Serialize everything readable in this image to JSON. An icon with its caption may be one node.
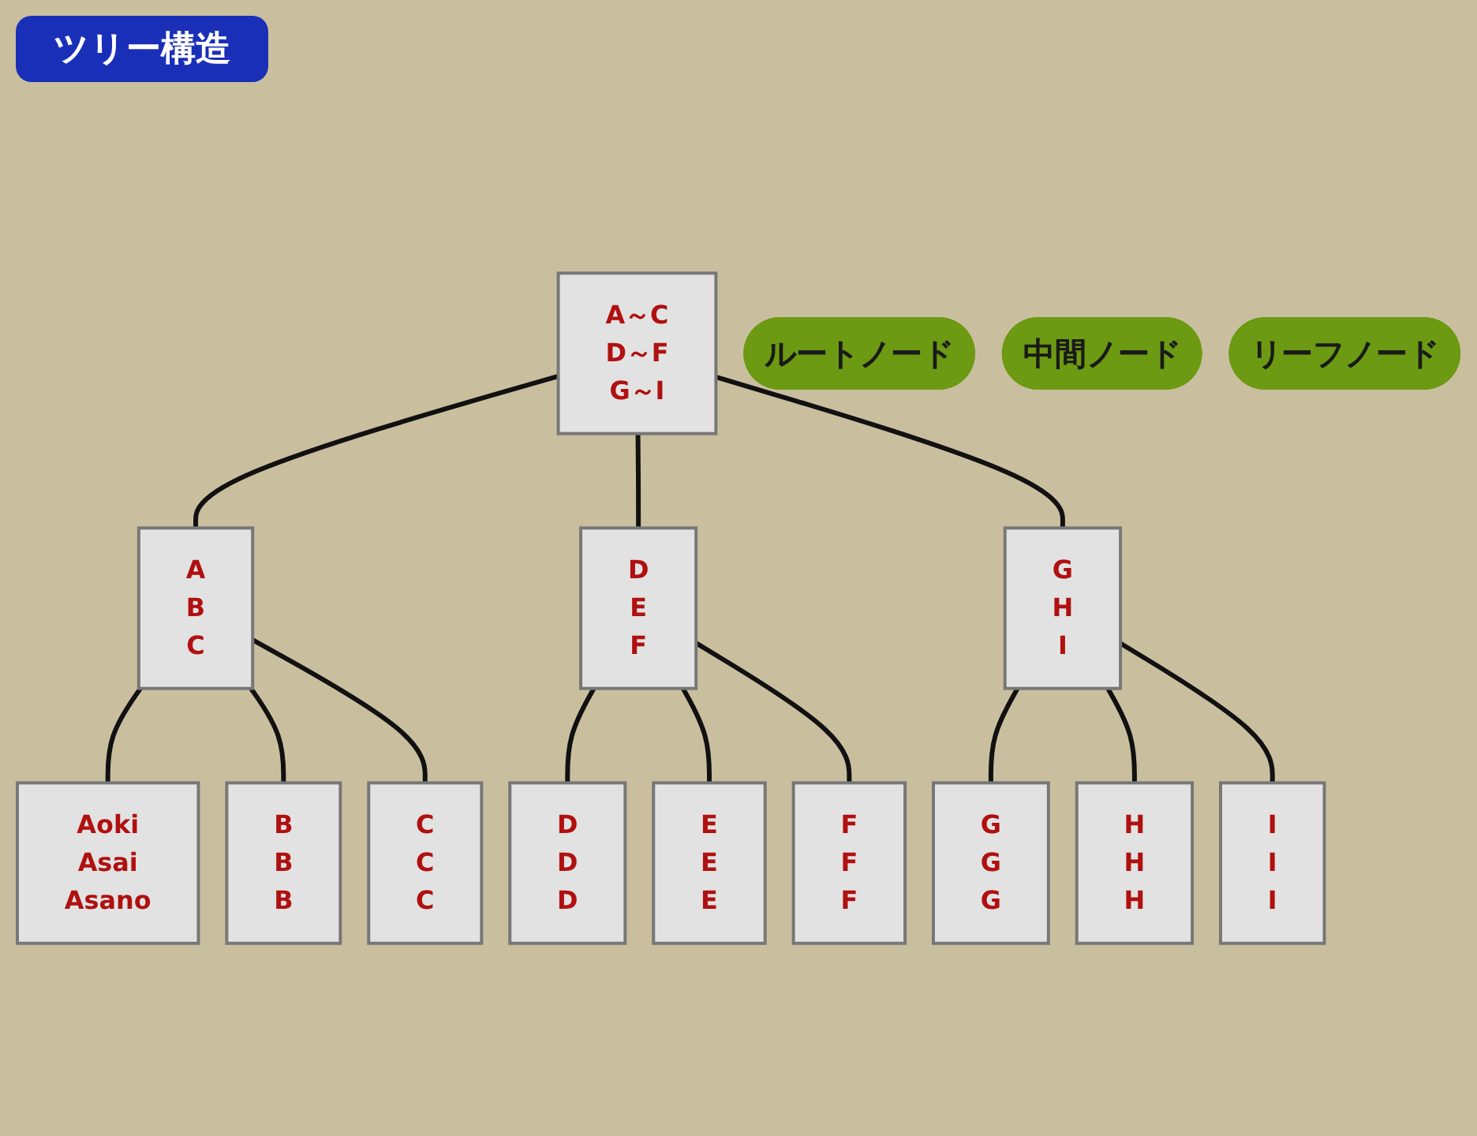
{
  "diagram": {
    "title": "ツリー構造",
    "nodes": [
      {
        "text": [
          "A～C",
          "D～F",
          "G～I"
        ]
      },
      {
        "text": [
          "ルートノード"
        ]
      },
      {
        "text": [
          "A",
          "B",
          "C"
        ]
      },
      {
        "text": [
          "D",
          "E",
          "F"
        ]
      },
      {
        "text": [
          "G",
          "H",
          "I"
        ]
      },
      {
        "text": [
          "中間ノード"
        ]
      },
      {
        "text": [
          "Aoki",
          "Asai",
          "Asano"
        ]
      },
      {
        "text": [
          "B",
          "B",
          "B"
        ]
      },
      {
        "text": [
          "C",
          "C",
          "C"
        ]
      },
      {
        "text": [
          "D",
          "D",
          "D"
        ]
      },
      {
        "text": [
          "E",
          "E",
          "E"
        ]
      },
      {
        "text": [
          "F",
          "F",
          "F"
        ]
      },
      {
        "text": [
          "G",
          "G",
          "G"
        ]
      },
      {
        "text": [
          "H",
          "H",
          "H"
        ]
      },
      {
        "text": [
          "I",
          "I",
          "I"
        ]
      },
      {
        "text": [
          "リーフノード"
        ]
      }
    ],
    "edges": [
      {
        "from": 0,
        "to": 2,
        "arrow": "none"
      },
      {
        "from": 0,
        "to": 3,
        "arrow": "none"
      },
      {
        "from": 0,
        "to": 4,
        "arrow": "none"
      },
      {
        "from": 2,
        "to": 6,
        "arrow": "none"
      },
      {
        "from": 2,
        "to": 7,
        "arrow": "none"
      },
      {
        "from": 2,
        "to": 8,
        "arrow": "none"
      },
      {
        "from": 3,
        "to": 9,
        "arrow": "none"
      },
      {
        "from": 3,
        "to": 10,
        "arrow": "none"
      },
      {
        "from": 3,
        "to": 11,
        "arrow": "none"
      },
      {
        "from": 4,
        "to": 12,
        "arrow": "none"
      },
      {
        "from": 4,
        "to": 13,
        "arrow": "none"
      },
      {
        "from": 4,
        "to": 14,
        "arrow": "none"
      }
    ]
  }
}
